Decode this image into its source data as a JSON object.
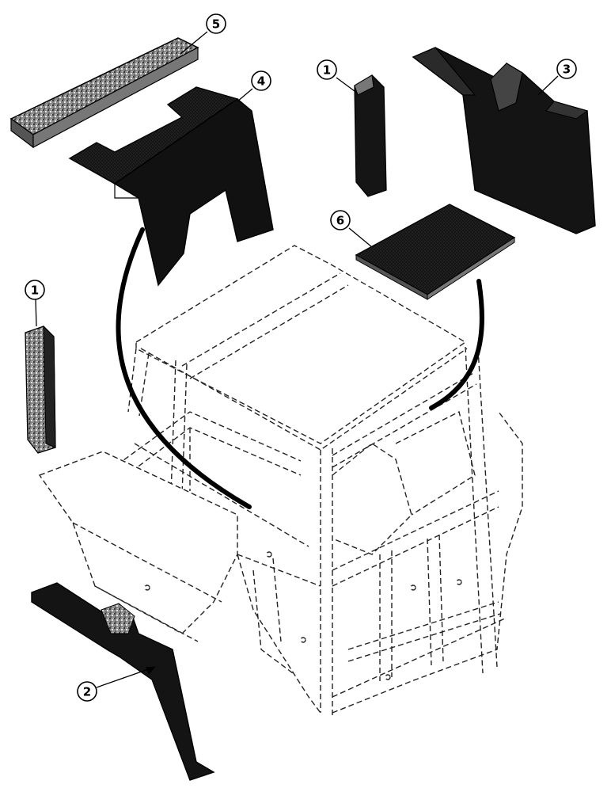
{
  "callouts": [
    {
      "id": "c1a",
      "number": "1"
    },
    {
      "id": "c1b",
      "number": "1"
    },
    {
      "id": "c2",
      "number": "2"
    },
    {
      "id": "c3",
      "number": "3"
    },
    {
      "id": "c4",
      "number": "4"
    },
    {
      "id": "c5",
      "number": "5"
    },
    {
      "id": "c6",
      "number": "6"
    }
  ]
}
